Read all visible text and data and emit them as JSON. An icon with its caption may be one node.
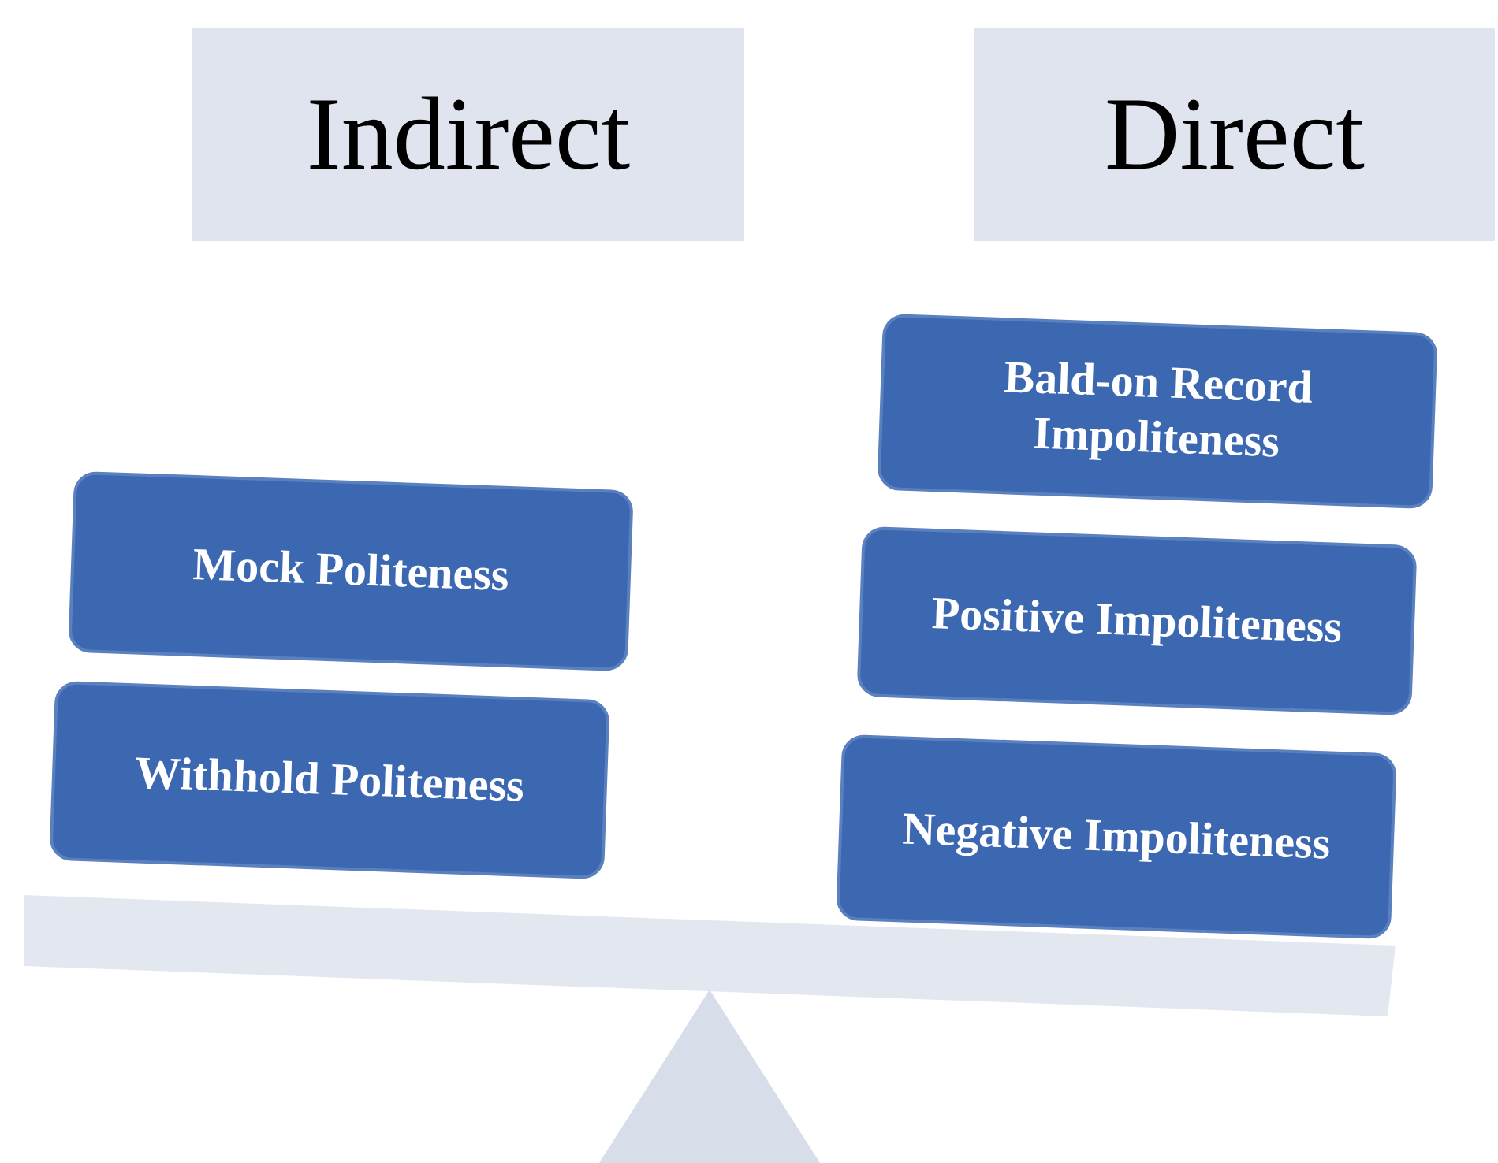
{
  "diagram": {
    "nodes": [
      {
        "text": [
          "Indirect"
        ]
      },
      {
        "text": [
          "Direct"
        ]
      },
      {
        "text": [
          "Mock Politeness"
        ]
      },
      {
        "text": [
          "Withhold Politeness"
        ]
      },
      {
        "text": [
          "Bald-on Record Impoliteness"
        ]
      },
      {
        "text": [
          "Positive Impoliteness"
        ]
      },
      {
        "text": [
          "Negative Impoliteness"
        ]
      }
    ]
  }
}
